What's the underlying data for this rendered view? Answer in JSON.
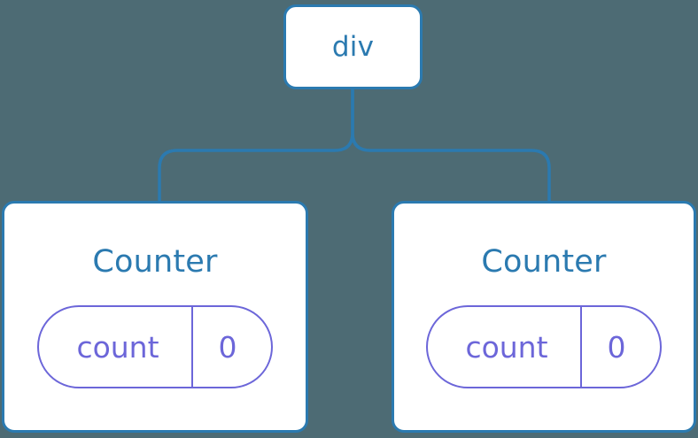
{
  "diagram": {
    "type": "component-tree",
    "background_color": "#4d6b74",
    "node_border_color": "#2b7ab0",
    "node_fill_color": "#ffffff",
    "label_color": "#2b7ab0",
    "state_color": "#6c66d9",
    "connector_color": "#2b7ab0"
  },
  "root": {
    "label": "div"
  },
  "children": [
    {
      "label": "Counter",
      "state": {
        "key": "count",
        "value": "0"
      }
    },
    {
      "label": "Counter",
      "state": {
        "key": "count",
        "value": "0"
      }
    }
  ]
}
